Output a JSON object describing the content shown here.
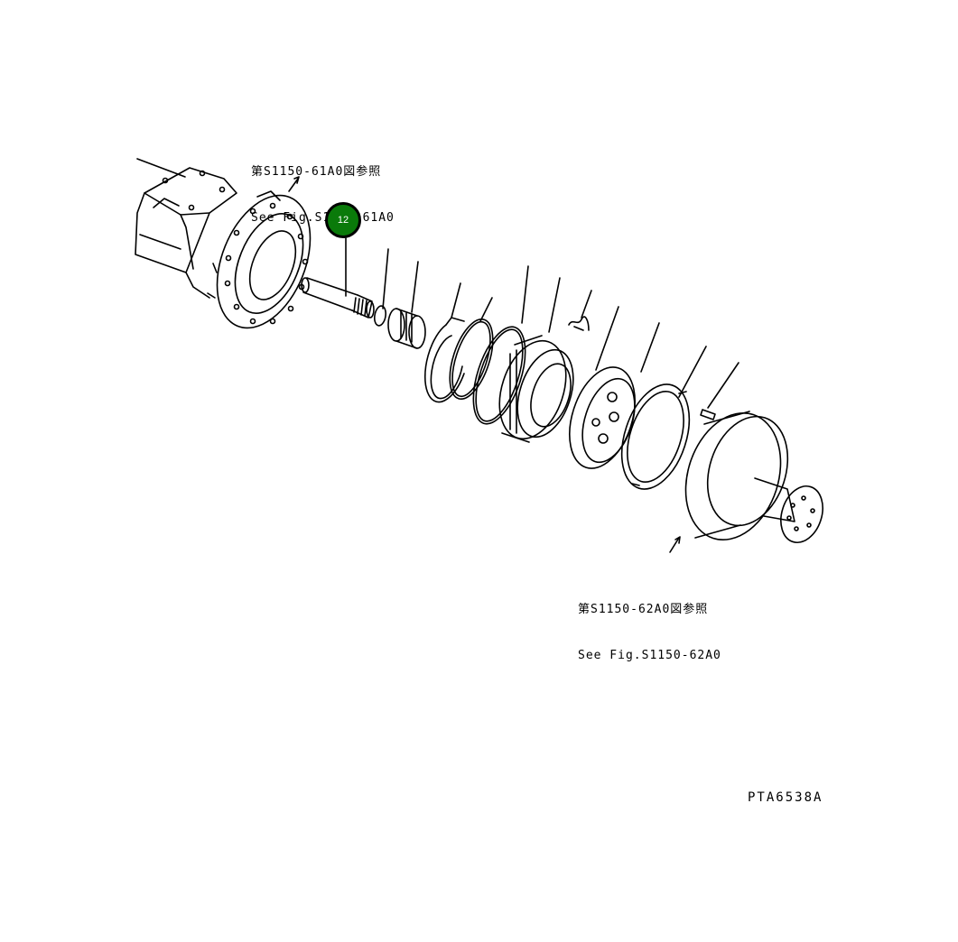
{
  "references": {
    "top": {
      "line1": "第S1150-61A0図参照",
      "line2": "See Fig.S1150-61A0"
    },
    "bottom": {
      "line1": "第S1150-62A0図参照",
      "line2": "See Fig.S1150-62A0"
    }
  },
  "callout": {
    "number": "12",
    "color": "#0a7a0a"
  },
  "drawing_code": "PTA6538A"
}
